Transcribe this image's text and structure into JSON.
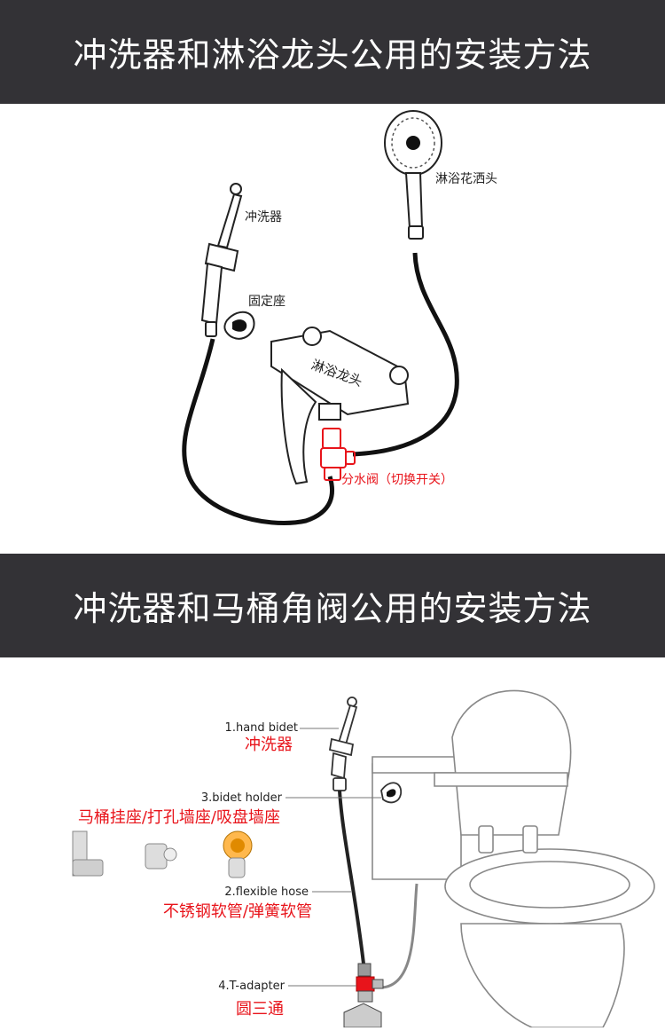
{
  "section1": {
    "title": "冲洗器和淋浴龙头公用的安装方法",
    "labels": {
      "bidet": "冲洗器",
      "shower_head": "淋浴花洒头",
      "holder": "固定座",
      "faucet": "淋浴龙头",
      "valve": "分水阀（切换开关）"
    }
  },
  "section2": {
    "title": "冲洗器和马桶角阀公用的安装方法",
    "parts": {
      "hand_bidet_en": "1.hand bidet",
      "hand_bidet_cn": "冲洗器",
      "holder_en": "3.bidet holder",
      "holder_cn": "马桶挂座/打孔墙座/吸盘墙座",
      "hose_en": "2.flexible hose",
      "hose_cn": "不锈钢软管/弹簧软管",
      "adapter_en": "4.T-adapter",
      "adapter_cn": "圆三通"
    }
  },
  "colors": {
    "banner_bg": "#333236",
    "banner_text": "#ffffff",
    "label_red": "#e8141b",
    "label_dark": "#222222",
    "line_gray": "#777777"
  }
}
